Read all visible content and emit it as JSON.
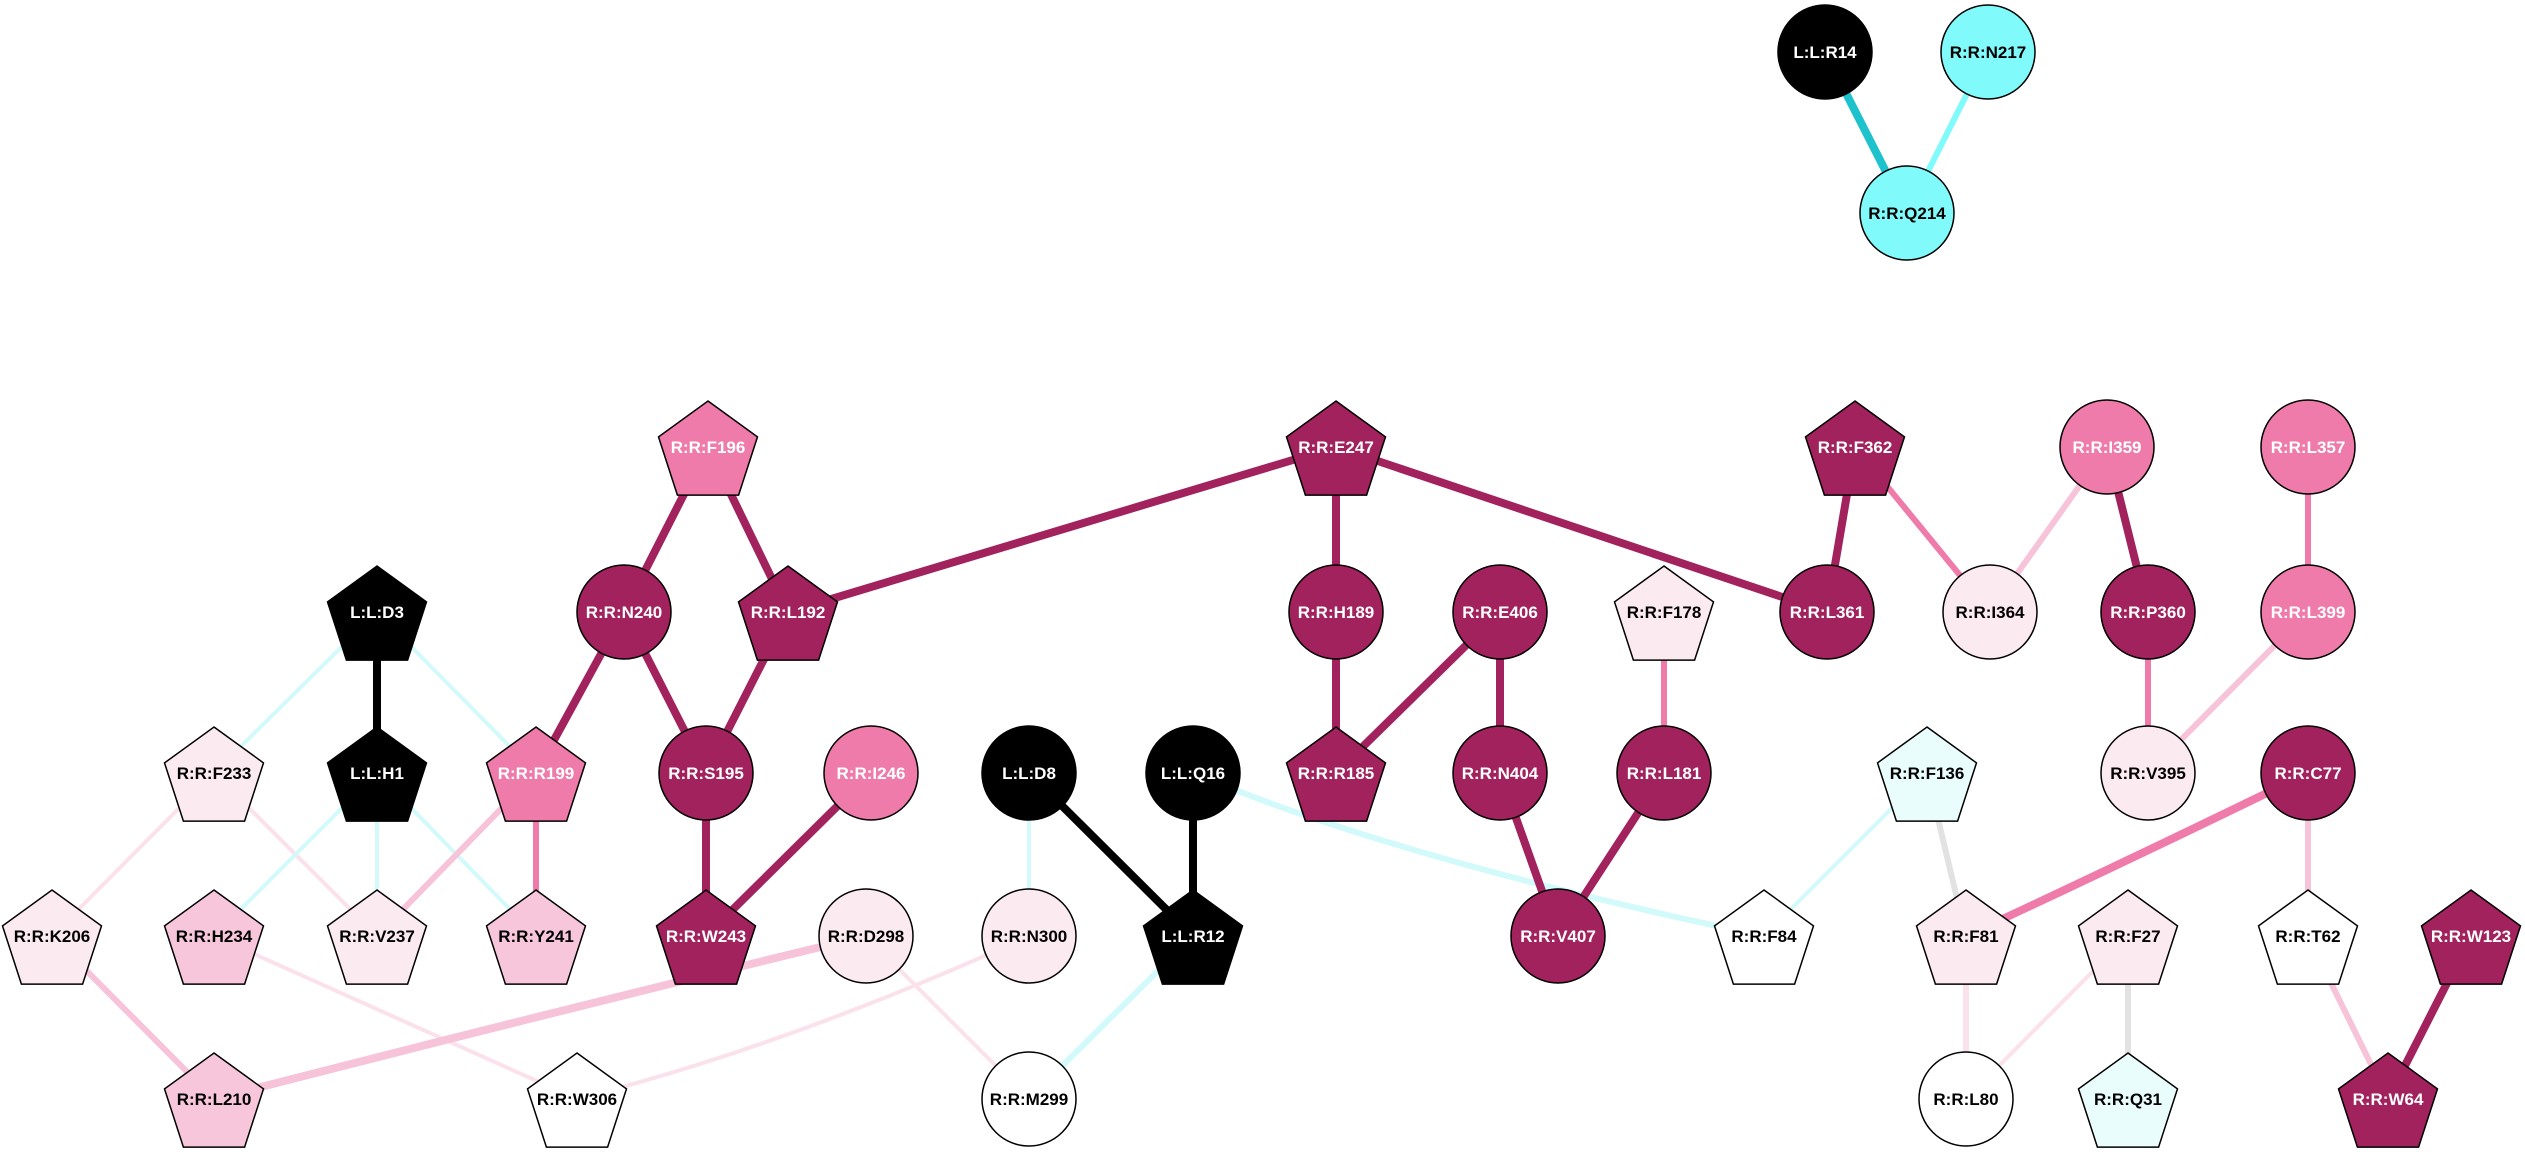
{
  "colors": {
    "black": "#000000",
    "dark_magenta": "#A1225D",
    "pink": "#EF7BAA",
    "light_pink": "#F7C6DA",
    "pale_pink": "#FCEAF1",
    "white": "#FFFFFF",
    "cyan": "#80FAFA",
    "pale_cyan": "#E9FDFD",
    "teal": "#1DC2CC",
    "pale_cyan_edge": "#D2FAFA",
    "gray_edge": "#E2E2E2",
    "light_pink_edge": "#F7C3D8",
    "pale_pink_edge": "#FBE1EC"
  },
  "nodes": [
    {
      "id": "R14",
      "label": "L:L:R14",
      "shape": "circle",
      "color": "black"
    },
    {
      "id": "N217",
      "label": "R:R:N217",
      "shape": "circle",
      "color": "cyan"
    },
    {
      "id": "Q214",
      "label": "R:R:Q214",
      "shape": "circle",
      "color": "cyan"
    },
    {
      "id": "F196",
      "label": "R:R:F196",
      "shape": "pentagon",
      "color": "pink"
    },
    {
      "id": "E247",
      "label": "R:R:E247",
      "shape": "pentagon",
      "color": "dark_magenta"
    },
    {
      "id": "F362",
      "label": "R:R:F362",
      "shape": "pentagon",
      "color": "dark_magenta"
    },
    {
      "id": "I359",
      "label": "R:R:I359",
      "shape": "circle",
      "color": "pink"
    },
    {
      "id": "L357",
      "label": "R:R:L357",
      "shape": "circle",
      "color": "pink"
    },
    {
      "id": "D3",
      "label": "L:L:D3",
      "shape": "pentagon",
      "color": "black"
    },
    {
      "id": "N240",
      "label": "R:R:N240",
      "shape": "circle",
      "color": "dark_magenta"
    },
    {
      "id": "L192",
      "label": "R:R:L192",
      "shape": "pentagon",
      "color": "dark_magenta"
    },
    {
      "id": "H189",
      "label": "R:R:H189",
      "shape": "circle",
      "color": "dark_magenta"
    },
    {
      "id": "E406",
      "label": "R:R:E406",
      "shape": "circle",
      "color": "dark_magenta"
    },
    {
      "id": "F178",
      "label": "R:R:F178",
      "shape": "pentagon",
      "color": "pale_pink"
    },
    {
      "id": "L361",
      "label": "R:R:L361",
      "shape": "circle",
      "color": "dark_magenta"
    },
    {
      "id": "I364",
      "label": "R:R:I364",
      "shape": "circle",
      "color": "pale_pink"
    },
    {
      "id": "P360",
      "label": "R:R:P360",
      "shape": "circle",
      "color": "dark_magenta"
    },
    {
      "id": "L399",
      "label": "R:R:L399",
      "shape": "circle",
      "color": "pink"
    },
    {
      "id": "F233",
      "label": "R:R:F233",
      "shape": "pentagon",
      "color": "pale_pink"
    },
    {
      "id": "H1",
      "label": "L:L:H1",
      "shape": "pentagon",
      "color": "black"
    },
    {
      "id": "R199",
      "label": "R:R:R199",
      "shape": "pentagon",
      "color": "pink"
    },
    {
      "id": "S195",
      "label": "R:R:S195",
      "shape": "circle",
      "color": "dark_magenta"
    },
    {
      "id": "I246",
      "label": "R:R:I246",
      "shape": "circle",
      "color": "pink"
    },
    {
      "id": "D8",
      "label": "L:L:D8",
      "shape": "circle",
      "color": "black"
    },
    {
      "id": "Q16",
      "label": "L:L:Q16",
      "shape": "circle",
      "color": "black"
    },
    {
      "id": "R185",
      "label": "R:R:R185",
      "shape": "pentagon",
      "color": "dark_magenta"
    },
    {
      "id": "N404",
      "label": "R:R:N404",
      "shape": "circle",
      "color": "dark_magenta"
    },
    {
      "id": "L181",
      "label": "R:R:L181",
      "shape": "circle",
      "color": "dark_magenta"
    },
    {
      "id": "F136",
      "label": "R:R:F136",
      "shape": "pentagon",
      "color": "pale_cyan"
    },
    {
      "id": "V395",
      "label": "R:R:V395",
      "shape": "circle",
      "color": "pale_pink"
    },
    {
      "id": "C77",
      "label": "R:R:C77",
      "shape": "circle",
      "color": "dark_magenta"
    },
    {
      "id": "K206",
      "label": "R:R:K206",
      "shape": "pentagon",
      "color": "pale_pink"
    },
    {
      "id": "H234",
      "label": "R:R:H234",
      "shape": "pentagon",
      "color": "light_pink"
    },
    {
      "id": "V237",
      "label": "R:R:V237",
      "shape": "pentagon",
      "color": "pale_pink"
    },
    {
      "id": "Y241",
      "label": "R:R:Y241",
      "shape": "pentagon",
      "color": "light_pink"
    },
    {
      "id": "W243",
      "label": "R:R:W243",
      "shape": "pentagon",
      "color": "dark_magenta"
    },
    {
      "id": "D298",
      "label": "R:R:D298",
      "shape": "circle",
      "color": "pale_pink"
    },
    {
      "id": "N300",
      "label": "R:R:N300",
      "shape": "circle",
      "color": "pale_pink"
    },
    {
      "id": "R12",
      "label": "L:L:R12",
      "shape": "pentagon",
      "color": "black"
    },
    {
      "id": "V407",
      "label": "R:R:V407",
      "shape": "circle",
      "color": "dark_magenta"
    },
    {
      "id": "F84",
      "label": "R:R:F84",
      "shape": "pentagon",
      "color": "white"
    },
    {
      "id": "F81",
      "label": "R:R:F81",
      "shape": "pentagon",
      "color": "pale_pink"
    },
    {
      "id": "F27",
      "label": "R:R:F27",
      "shape": "pentagon",
      "color": "pale_pink"
    },
    {
      "id": "T62",
      "label": "R:R:T62",
      "shape": "pentagon",
      "color": "white"
    },
    {
      "id": "W123",
      "label": "R:R:W123",
      "shape": "pentagon",
      "color": "dark_magenta"
    },
    {
      "id": "L210",
      "label": "R:R:L210",
      "shape": "pentagon",
      "color": "light_pink"
    },
    {
      "id": "W306",
      "label": "R:R:W306",
      "shape": "pentagon",
      "color": "white"
    },
    {
      "id": "M299",
      "label": "R:R:M299",
      "shape": "circle",
      "color": "white"
    },
    {
      "id": "L80",
      "label": "R:R:L80",
      "shape": "circle",
      "color": "white"
    },
    {
      "id": "Q31",
      "label": "R:R:Q31",
      "shape": "pentagon",
      "color": "pale_cyan"
    },
    {
      "id": "W64",
      "label": "R:R:W64",
      "shape": "pentagon",
      "color": "dark_magenta"
    }
  ],
  "edges": [
    {
      "source": "R14",
      "target": "Q214",
      "color": "teal",
      "weight": "heavy"
    },
    {
      "source": "N217",
      "target": "Q214",
      "color": "cyan",
      "weight": "medium"
    },
    {
      "source": "F196",
      "target": "N240",
      "color": "dark_magenta",
      "weight": "heavy"
    },
    {
      "source": "F196",
      "target": "L192",
      "color": "dark_magenta",
      "weight": "heavy"
    },
    {
      "source": "E247",
      "target": "L192",
      "color": "dark_magenta",
      "weight": "heavy"
    },
    {
      "source": "E247",
      "target": "H189",
      "color": "dark_magenta",
      "weight": "heavy"
    },
    {
      "source": "E247",
      "target": "L361",
      "color": "dark_magenta",
      "weight": "heavy"
    },
    {
      "source": "F362",
      "target": "L361",
      "color": "dark_magenta",
      "weight": "heavy"
    },
    {
      "source": "F362",
      "target": "I364",
      "color": "pink",
      "weight": "medium"
    },
    {
      "source": "I359",
      "target": "I364",
      "color": "light_pink_edge",
      "weight": "medium"
    },
    {
      "source": "I359",
      "target": "P360",
      "color": "dark_magenta",
      "weight": "heavy"
    },
    {
      "source": "L357",
      "target": "L399",
      "color": "pink",
      "weight": "medium"
    },
    {
      "source": "D3",
      "target": "H1",
      "color": "black",
      "weight": "heavy"
    },
    {
      "source": "D3",
      "target": "F233",
      "color": "pale_cyan_edge",
      "weight": "light"
    },
    {
      "source": "D3",
      "target": "R199",
      "color": "pale_cyan_edge",
      "weight": "light"
    },
    {
      "source": "N240",
      "target": "R199",
      "color": "dark_magenta",
      "weight": "heavy"
    },
    {
      "source": "N240",
      "target": "S195",
      "color": "dark_magenta",
      "weight": "heavy"
    },
    {
      "source": "L192",
      "target": "S195",
      "color": "dark_magenta",
      "weight": "heavy"
    },
    {
      "source": "H189",
      "target": "R185",
      "color": "dark_magenta",
      "weight": "heavy"
    },
    {
      "source": "E406",
      "target": "R185",
      "color": "dark_magenta",
      "weight": "heavy"
    },
    {
      "source": "E406",
      "target": "N404",
      "color": "dark_magenta",
      "weight": "heavy"
    },
    {
      "source": "F178",
      "target": "L181",
      "color": "pink",
      "weight": "medium"
    },
    {
      "source": "P360",
      "target": "V395",
      "color": "pink",
      "weight": "medium"
    },
    {
      "source": "L399",
      "target": "V395",
      "color": "light_pink_edge",
      "weight": "medium"
    },
    {
      "source": "F233",
      "target": "K206",
      "color": "pale_pink_edge",
      "weight": "light"
    },
    {
      "source": "F233",
      "target": "V237",
      "color": "pale_pink_edge",
      "weight": "light"
    },
    {
      "source": "H1",
      "target": "V237",
      "color": "pale_cyan_edge",
      "weight": "light"
    },
    {
      "source": "H1",
      "target": "H234",
      "color": "pale_cyan_edge",
      "weight": "light"
    },
    {
      "source": "H1",
      "target": "Y241",
      "color": "pale_cyan_edge",
      "weight": "light"
    },
    {
      "source": "R199",
      "target": "V237",
      "color": "light_pink_edge",
      "weight": "medium"
    },
    {
      "source": "R199",
      "target": "Y241",
      "color": "pink",
      "weight": "medium"
    },
    {
      "source": "S195",
      "target": "W243",
      "color": "dark_magenta",
      "weight": "heavy"
    },
    {
      "source": "I246",
      "target": "W243",
      "color": "dark_magenta",
      "weight": "heavy"
    },
    {
      "source": "D8",
      "target": "N300",
      "color": "pale_cyan_edge",
      "weight": "light"
    },
    {
      "source": "D8",
      "target": "R12",
      "color": "black",
      "weight": "heavy"
    },
    {
      "source": "Q16",
      "target": "R12",
      "color": "black",
      "weight": "heavy"
    },
    {
      "source": "Q16",
      "target": "F84",
      "color": "pale_cyan_edge",
      "weight": "medium",
      "curve": true
    },
    {
      "source": "N404",
      "target": "V407",
      "color": "dark_magenta",
      "weight": "heavy"
    },
    {
      "source": "L181",
      "target": "V407",
      "color": "dark_magenta",
      "weight": "heavy"
    },
    {
      "source": "F136",
      "target": "F84",
      "color": "pale_cyan_edge",
      "weight": "light"
    },
    {
      "source": "F136",
      "target": "F81",
      "color": "gray_edge",
      "weight": "medium"
    },
    {
      "source": "C77",
      "target": "F81",
      "color": "pink",
      "weight": "heavy",
      "curve": true
    },
    {
      "source": "C77",
      "target": "T62",
      "color": "light_pink_edge",
      "weight": "medium"
    },
    {
      "source": "K206",
      "target": "L210",
      "color": "light_pink_edge",
      "weight": "medium"
    },
    {
      "source": "H234",
      "target": "W306",
      "color": "pale_pink_edge",
      "weight": "light"
    },
    {
      "source": "D298",
      "target": "L210",
      "color": "light_pink_edge",
      "weight": "heavy",
      "curve": true
    },
    {
      "source": "D298",
      "target": "M299",
      "color": "pale_pink_edge",
      "weight": "light"
    },
    {
      "source": "N300",
      "target": "W306",
      "color": "pale_pink_edge",
      "weight": "light",
      "curve": true
    },
    {
      "source": "R12",
      "target": "M299",
      "color": "pale_cyan_edge",
      "weight": "medium"
    },
    {
      "source": "F81",
      "target": "L80",
      "color": "pale_pink_edge",
      "weight": "medium"
    },
    {
      "source": "F27",
      "target": "L80",
      "color": "pale_pink_edge",
      "weight": "light"
    },
    {
      "source": "F27",
      "target": "Q31",
      "color": "gray_edge",
      "weight": "medium"
    },
    {
      "source": "T62",
      "target": "W64",
      "color": "light_pink_edge",
      "weight": "medium"
    },
    {
      "source": "W123",
      "target": "W64",
      "color": "dark_magenta",
      "weight": "heavy"
    }
  ]
}
